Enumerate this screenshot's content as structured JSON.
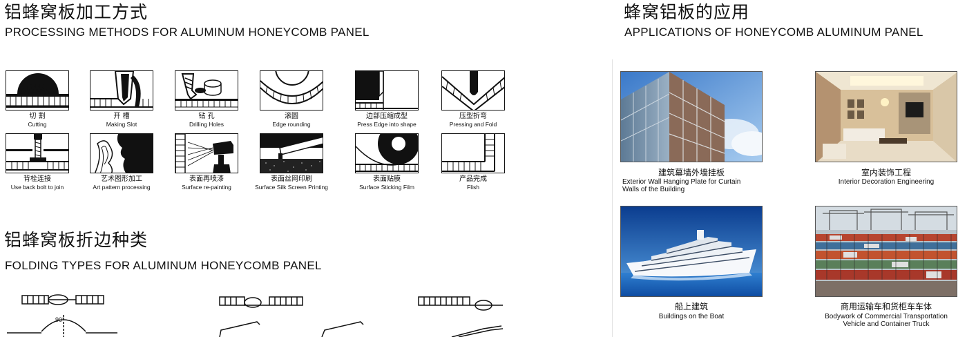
{
  "processing": {
    "title_cn": "铝蜂窝板加工方式",
    "title_en": "PROCESSING METHODS FOR ALUMINUM HONEYCOMB PANEL",
    "items": [
      {
        "cn": "切 割",
        "en": "Cutting",
        "icon": "saw-blade-icon"
      },
      {
        "cn": "开 槽",
        "en": "Making Slot",
        "icon": "slot-cutter-icon"
      },
      {
        "cn": "钻 孔",
        "en": "Drilling Holes",
        "icon": "drill-icon"
      },
      {
        "cn": "滚圆",
        "en": "Edge rounding",
        "icon": "roller-icon"
      },
      {
        "cn": "边部压缩成型",
        "en": "Press Edge into shape",
        "icon": "press-edge-icon"
      },
      {
        "cn": "压型折弯",
        "en": "Pressing and Fold",
        "icon": "fold-press-icon"
      },
      {
        "cn": "背栓连接",
        "en": "Use back bolt to join",
        "icon": "back-bolt-icon"
      },
      {
        "cn": "艺术图形加工",
        "en": "Art pattern processing",
        "icon": "art-pattern-icon"
      },
      {
        "cn": "表面再喷漆",
        "en": "Surface re-painting",
        "icon": "spray-gun-icon"
      },
      {
        "cn": "表面丝网印刷",
        "en": "Surface Silk Screen Printing",
        "icon": "silk-screen-icon"
      },
      {
        "cn": "表面贴膜",
        "en": "Surface Sticking Film",
        "icon": "film-roll-icon"
      },
      {
        "cn": "产品完成",
        "en": "Flish",
        "icon": "finished-panel-icon"
      }
    ]
  },
  "folding": {
    "title_cn": "铝蜂窝板折边种类",
    "title_en": "FOLDING TYPES FOR ALUMINUM HONEYCOMB PANEL",
    "angle_label": "90°"
  },
  "applications": {
    "title_cn": "蜂窝铝板的应用",
    "title_en": "APPLICATIONS OF HONEYCOMB ALUMINUM PANEL",
    "items": [
      {
        "cn": "建筑幕墙外墙挂板",
        "en1": "Exterior Wall Hanging Plate for Curtain",
        "en2": "Walls of the Building",
        "image": "building-facade-photo"
      },
      {
        "cn": "室内装饰工程",
        "en1": "Interior Decoration Engineering",
        "en2": "",
        "image": "interior-room-photo"
      },
      {
        "cn": "船上建筑",
        "en1": "Buildings on the Boat",
        "en2": "",
        "image": "cruise-ship-photo"
      },
      {
        "cn": "商用运输车和货柜车车体",
        "en1": "Bodywork of Commercial Transportation",
        "en2": "Vehicle and Container Truck",
        "image": "container-port-photo"
      }
    ]
  }
}
